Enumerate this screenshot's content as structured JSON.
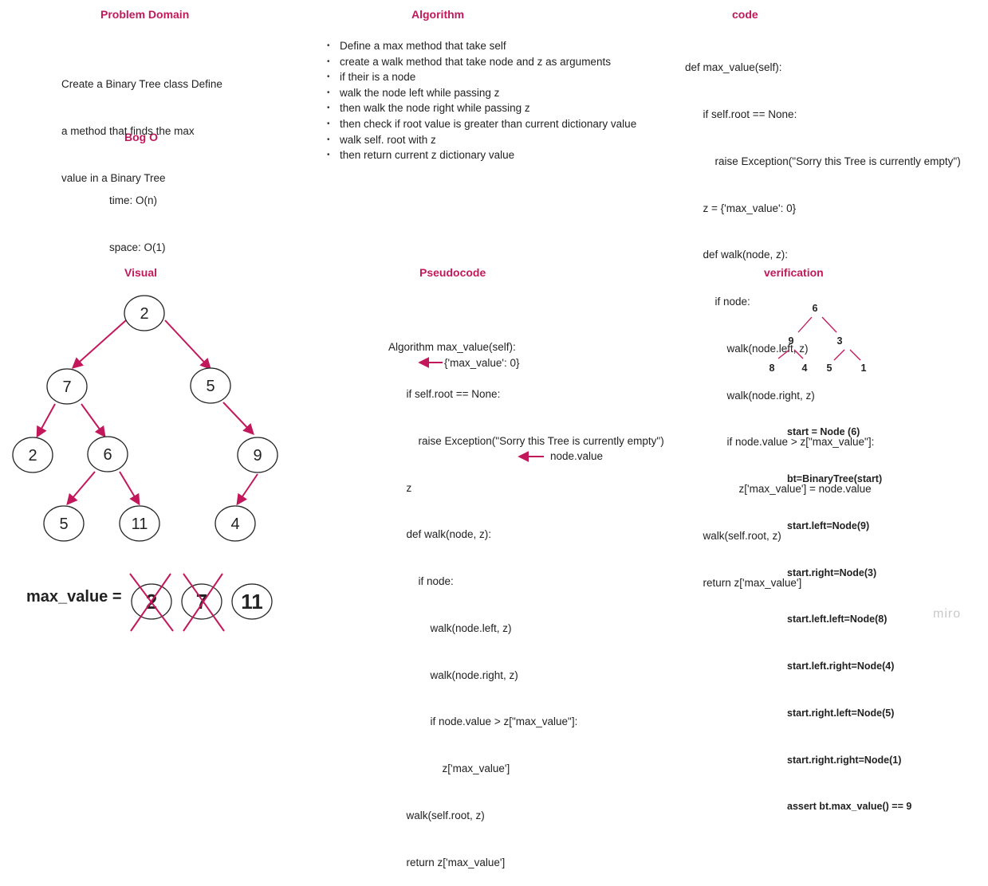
{
  "problem_domain": {
    "heading": "Problem Domain",
    "lines": [
      "Create a Binary Tree class Define",
      "a method that finds the max",
      "value in a Binary Tree"
    ]
  },
  "big_o": {
    "heading": "Bog O",
    "lines": [
      "time: O(n)",
      "space: O(1)"
    ]
  },
  "algorithm": {
    "heading": "Algorithm",
    "items": [
      "Define a max  method that take self",
      "create a walk method that take node and z as arguments",
      "if their is a node",
      "walk the node left while passing z",
      "then walk the node right while passing z",
      "then check if root value is greater than current dictionary value",
      "walk self. root with z",
      "then return current z dictionary value"
    ]
  },
  "code": {
    "heading": "code",
    "lines": [
      "def max_value(self):",
      "      if self.root == None:",
      "          raise Exception(\"Sorry this Tree is currently empty\")",
      "      z = {'max_value': 0}",
      "      def walk(node, z):",
      "          if node:",
      "              walk(node.left, z)",
      "              walk(node.right, z)",
      "              if node.value > z[\"max_value\"]:",
      "                  z['max_value'] = node.value",
      "      walk(self.root, z)",
      "      return z['max_value']"
    ]
  },
  "visual": {
    "heading": "Visual",
    "nodes": [
      "2",
      "7",
      "5",
      "2",
      "6",
      "9",
      "5",
      "11",
      "4"
    ],
    "max_label": "max_value =",
    "max_sequence": [
      "2",
      "7",
      "11"
    ]
  },
  "pseudocode": {
    "heading": "Pseudocode",
    "lines": [
      "Algorithm max_value(self):",
      "      if self.root == None:",
      "          raise Exception(\"Sorry this Tree is currently empty\")",
      "      z",
      "      def walk(node, z):",
      "          if node:",
      "              walk(node.left, z)",
      "              walk(node.right, z)",
      "              if node.value > z[\"max_value\"]:",
      "                  z['max_value']",
      "      walk(self.root, z)",
      "      return z['max_value']"
    ],
    "z_assign_value": "{'max_value': 0}",
    "node_value": "node.value"
  },
  "verification": {
    "heading": "verification",
    "tree": [
      "6",
      "9",
      "3",
      "8",
      "4",
      "5",
      "1"
    ],
    "lines": [
      "start = Node (6)",
      "bt=BinaryTree(start)",
      "start.left=Node(9)",
      "start.right=Node(3)",
      "start.left.left=Node(8)",
      "start.left.right=Node(4)",
      "start.right.left=Node(5)",
      "start.right.right=Node(1)",
      "assert bt.max_value() == 9"
    ]
  },
  "watermark": "miro",
  "colors": {
    "accent": "#c2185b",
    "text": "#222222"
  }
}
